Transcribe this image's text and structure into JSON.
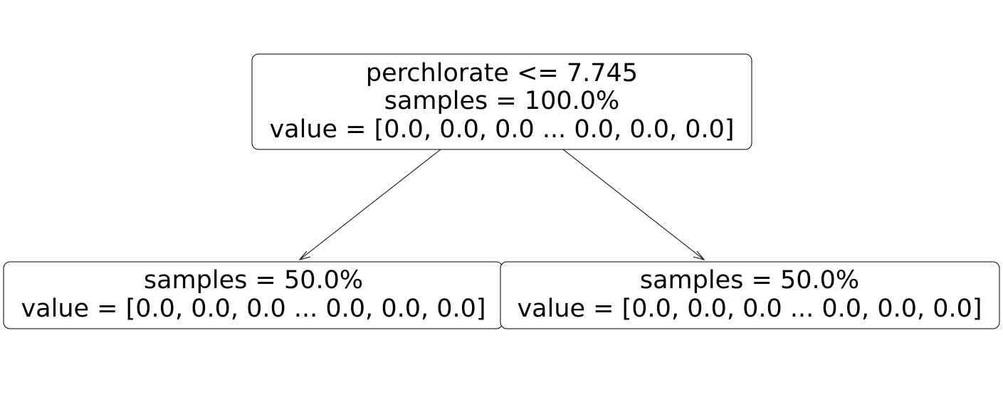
{
  "tree": {
    "root": {
      "lines": [
        "perchlorate <= 7.745",
        "samples = 100.0%",
        "value = [0.0, 0.0, 0.0 ... 0.0, 0.0, 0.0]"
      ]
    },
    "left": {
      "lines": [
        "samples = 50.0%",
        "value = [0.0, 0.0, 0.0 ... 0.0, 0.0, 0.0]"
      ]
    },
    "right": {
      "lines": [
        "samples = 50.0%",
        "value = [0.0, 0.0, 0.0 ... 0.0, 0.0, 0.0]"
      ]
    }
  },
  "colors": {
    "node_fill": "#ffffff",
    "stroke": "#000000",
    "text": "#000000"
  }
}
